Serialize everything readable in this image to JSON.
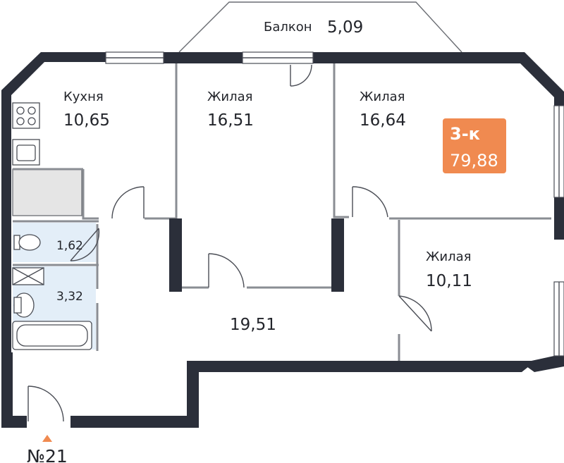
{
  "balcony": {
    "name": "Балкон",
    "area": "5,09"
  },
  "rooms": {
    "kitchen": {
      "name": "Кухня",
      "area": "10,65"
    },
    "living1": {
      "name": "Жилая",
      "area": "16,51"
    },
    "living2": {
      "name": "Жилая",
      "area": "16,64"
    },
    "living3": {
      "name": "Жилая",
      "area": "10,11"
    },
    "bathroom1": {
      "area": "1,62"
    },
    "bathroom2": {
      "area": "3,32"
    },
    "hall": {
      "area": "19,51"
    }
  },
  "badge": {
    "rooms": "3-к",
    "total_area": "79,88",
    "color": "#f08a50"
  },
  "entrance": {
    "label": "№21",
    "marker_color": "#f08a50"
  },
  "colors": {
    "wall": "#2b2f3a",
    "bath_tile": "#e3eef8",
    "storage_fill": "#e5e5e5"
  }
}
